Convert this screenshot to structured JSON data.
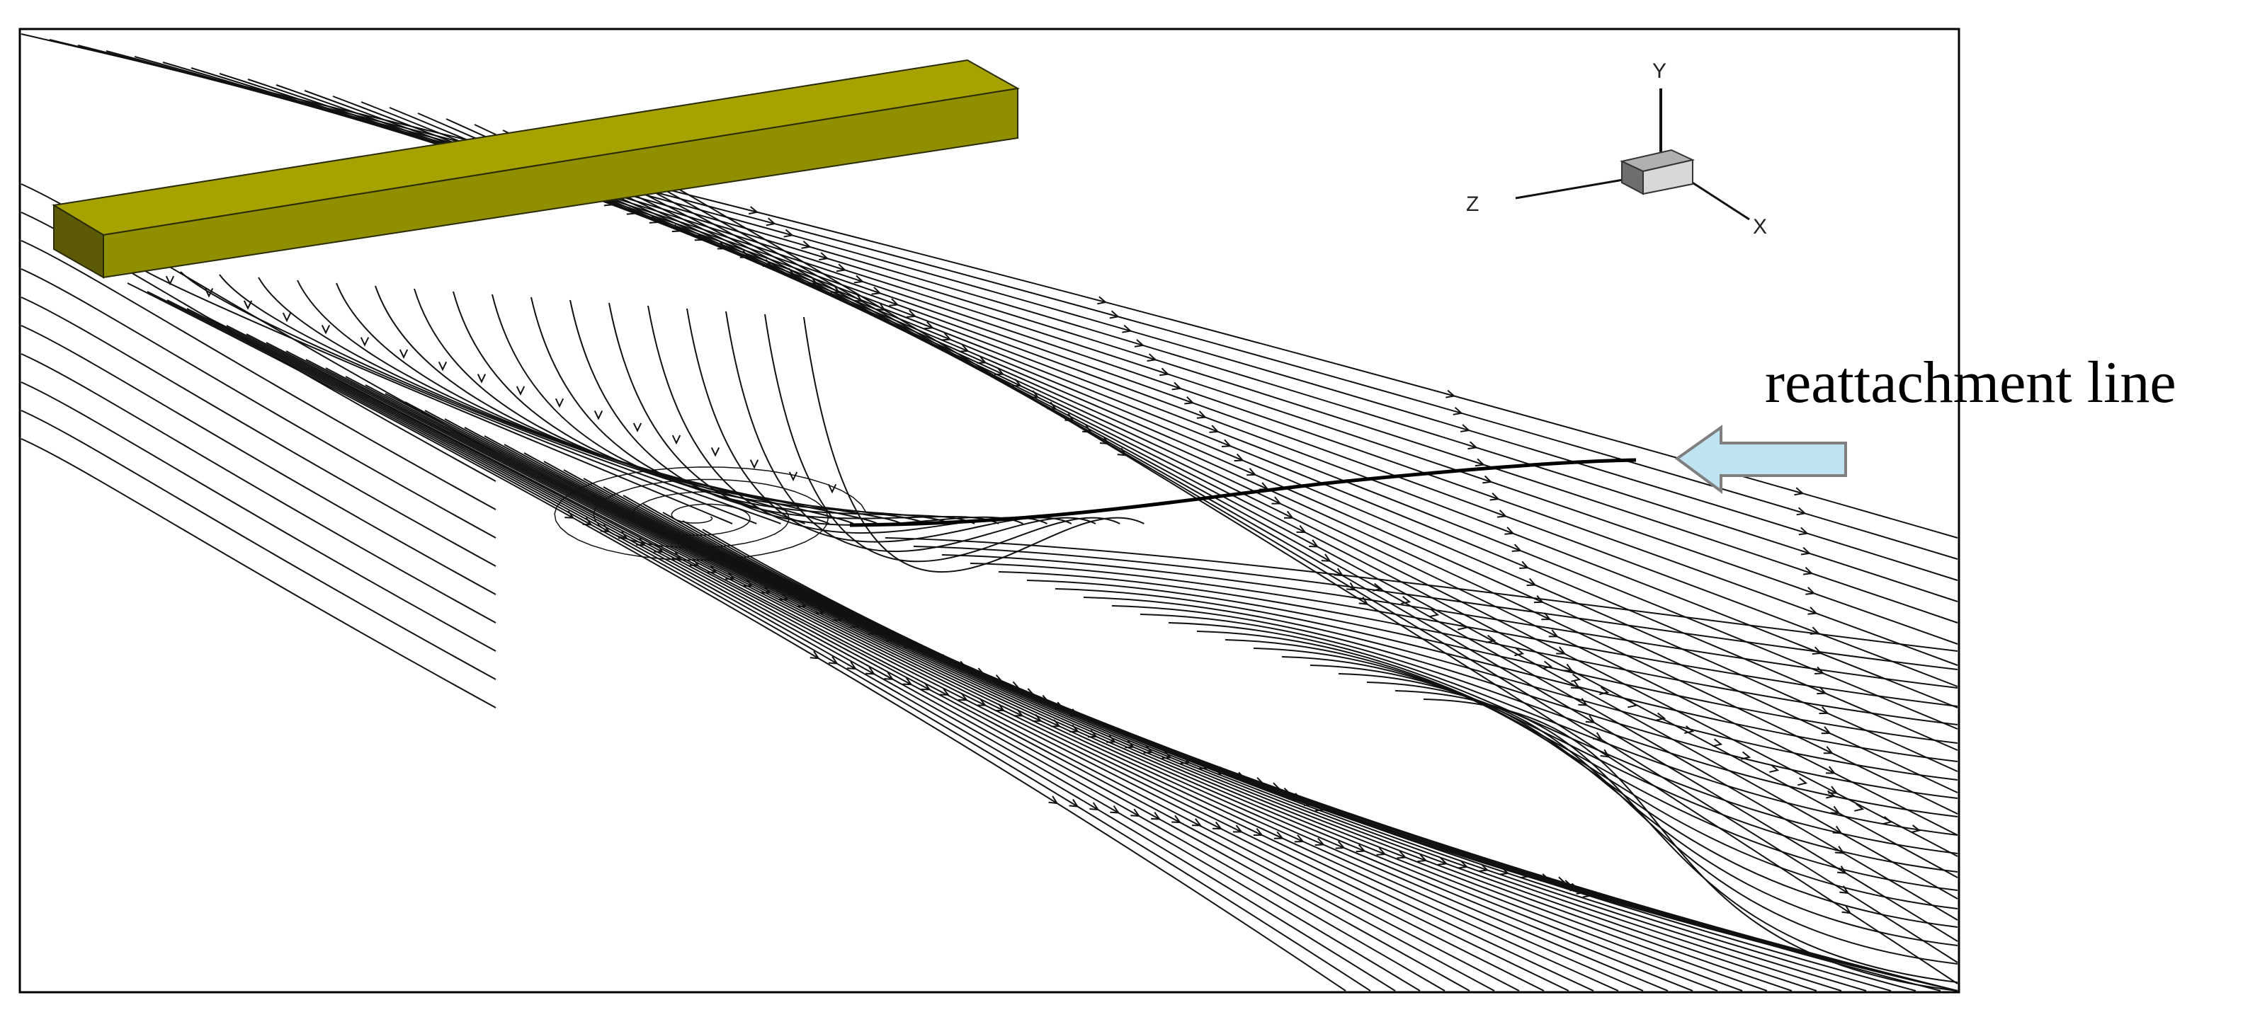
{
  "figure": {
    "annotation_label": "reattachment line",
    "axis_labels": {
      "x": "X",
      "y": "Y",
      "z": "Z"
    }
  },
  "colors": {
    "background": "#ffffff",
    "frame": "#000000",
    "streamline": "#111111",
    "obstacle_front": "#8f8f00",
    "obstacle_top": "#a6a200",
    "obstacle_side": "#5c5a05",
    "arrow_fill": "#bfe3f0",
    "arrow_stroke": "#7f7f7f",
    "axes_cube_front": "#d8d8d8",
    "axes_cube_top": "#b0b0b0",
    "axes_cube_side": "#6e6e6e"
  },
  "icons": {
    "obstacle": "rectangular-bar",
    "axes_triad": "coordinate-axes-icon",
    "pointer": "left-arrow-icon"
  }
}
